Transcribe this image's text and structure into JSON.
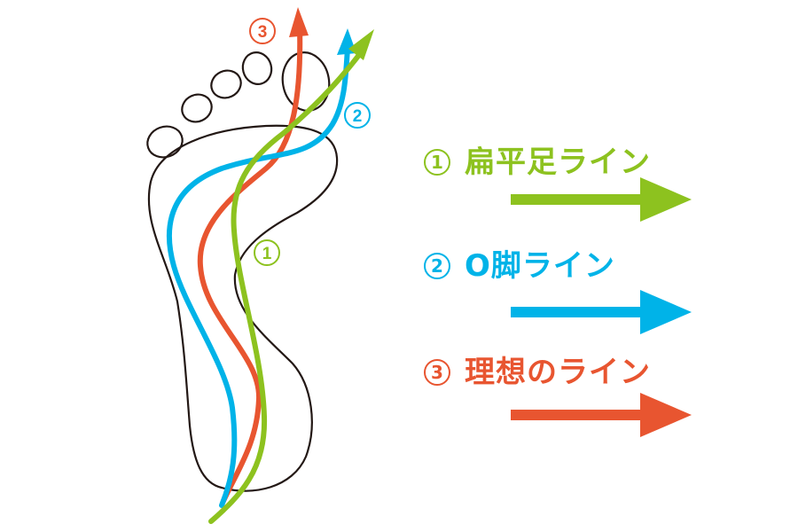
{
  "colors": {
    "flatfoot": "#8dc21f",
    "bowleg": "#00b3e8",
    "ideal": "#e85530",
    "outline": "#231815",
    "background": "#ffffff"
  },
  "diagram": {
    "subject": "foot sole outline with three gait lines",
    "markers": [
      {
        "id": "1",
        "label": "1",
        "line": "flatfoot"
      },
      {
        "id": "2",
        "label": "2",
        "line": "bowleg"
      },
      {
        "id": "3",
        "label": "3",
        "line": "ideal"
      }
    ]
  },
  "legend": {
    "items": [
      {
        "number": "1",
        "label": "扁平足ライン",
        "key": "flatfoot"
      },
      {
        "number": "2",
        "label": "O脚ライン",
        "key": "bowleg"
      },
      {
        "number": "3",
        "label": "理想のライン",
        "key": "ideal"
      }
    ]
  }
}
